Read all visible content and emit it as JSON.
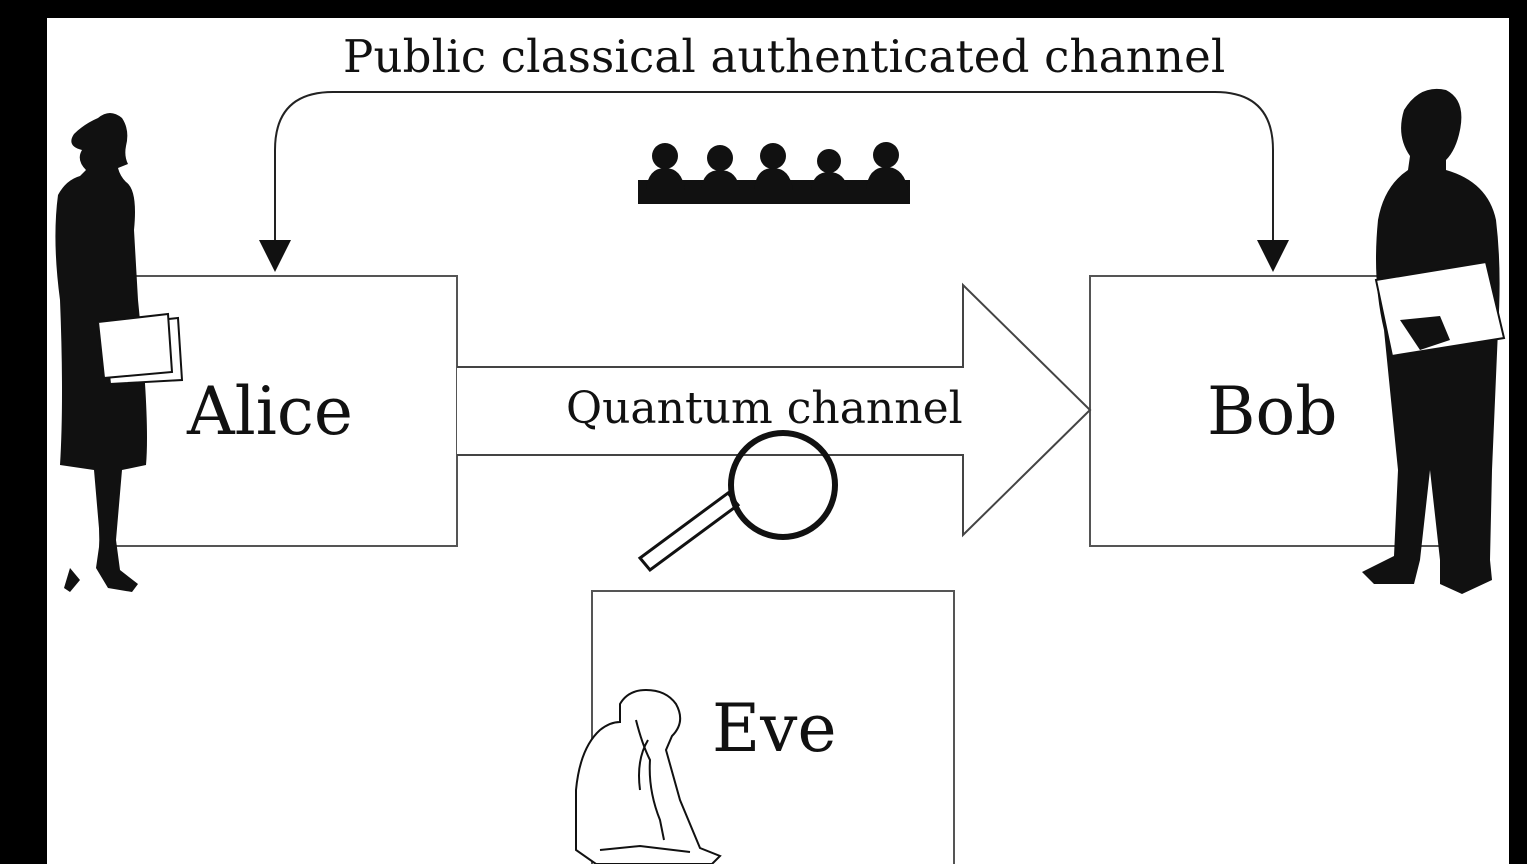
{
  "classical_channel": {
    "label": "Public classical authenticated channel"
  },
  "quantum_channel": {
    "label": "Quantum channel"
  },
  "alice": {
    "label": "Alice"
  },
  "bob": {
    "label": "Bob"
  },
  "eve": {
    "label": "Eve"
  },
  "colors": {
    "background": "#000000",
    "panel": "#ffffff",
    "ink": "#111111"
  },
  "icons": [
    "audience-icon",
    "woman-silhouette-icon",
    "man-silhouette-icon",
    "magnifying-glass-icon",
    "eavesdropper-icon"
  ]
}
